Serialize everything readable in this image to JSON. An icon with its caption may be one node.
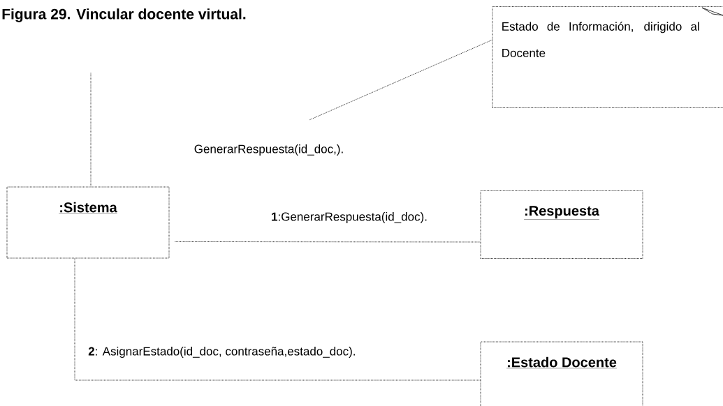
{
  "diagram": {
    "title": "Figura 29.  Vincular docente virtual.",
    "nodes": [
      {
        "text": [
          ":Sistema"
        ]
      },
      {
        "text": [
          ":Respuesta"
        ]
      },
      {
        "text": [
          ":Estado Docente"
        ]
      },
      {
        "text": [
          "Estado de Información, dirigido al Docente"
        ]
      },
      {
        "text": [
          "GenerarRespuesta(id_doc,)."
        ]
      }
    ],
    "edges": [
      {
        "from": 0,
        "to": 1,
        "arrow": "none",
        "label": "**1**:GenerarRespuesta(id_doc)."
      },
      {
        "from": 0,
        "to": 2,
        "arrow": "none",
        "label": "**2**: AsignarEstado(id_doc, contraseña,estado_doc)."
      },
      {
        "from": 3,
        "to": 4,
        "arrow": "none"
      },
      {
        "from": null,
        "to": 0,
        "arrow": "none"
      }
    ]
  }
}
